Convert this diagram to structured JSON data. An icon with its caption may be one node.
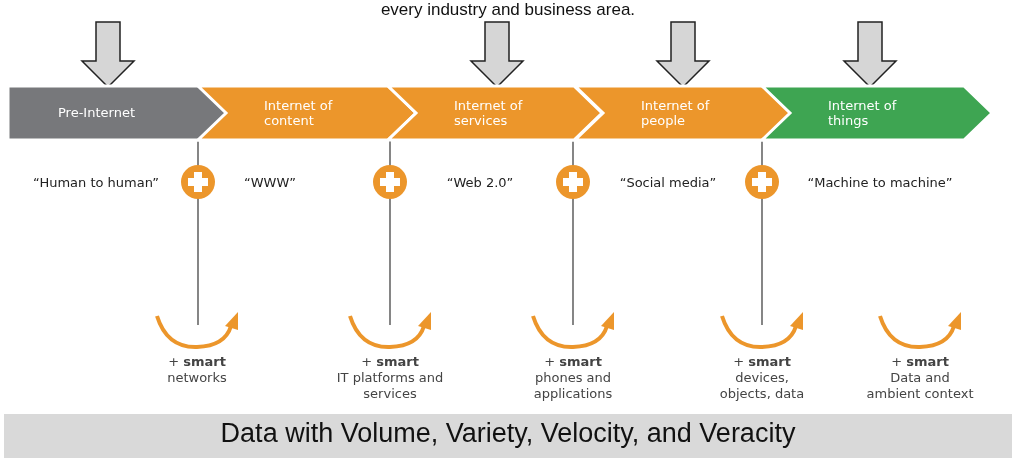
{
  "diagram": {
    "nodes": [
      {
        "text": [
          "Pre-Internet"
        ]
      },
      {
        "text": [
          "Internet of content"
        ]
      },
      {
        "text": [
          "Internet of services"
        ]
      },
      {
        "text": [
          "Internet of people"
        ]
      },
      {
        "text": [
          "Internet of things"
        ]
      },
      {
        "text": [
          "Data with Volume, Variety, Velocity, and Veracity"
        ]
      }
    ],
    "edges": [
      {
        "from": null,
        "to": 0,
        "arrow": "to"
      },
      {
        "from": null,
        "to": 2,
        "arrow": "to"
      },
      {
        "from": null,
        "to": 3,
        "arrow": "to"
      },
      {
        "from": null,
        "to": 4,
        "arrow": "to"
      }
    ],
    "labels": [
      "every industry and business area.",
      "“Human to human”",
      "“WWW”",
      "“Web 2.0”",
      "“Social media”",
      "“Machine to machine”",
      "+ **smart**",
      "networks",
      "+ **smart**",
      "IT platforms and services",
      "+ **smart**",
      "phones and applications",
      "+ **smart**",
      "devices, objects, data",
      "+ **smart**",
      "Data and ambient context"
    ]
  }
}
